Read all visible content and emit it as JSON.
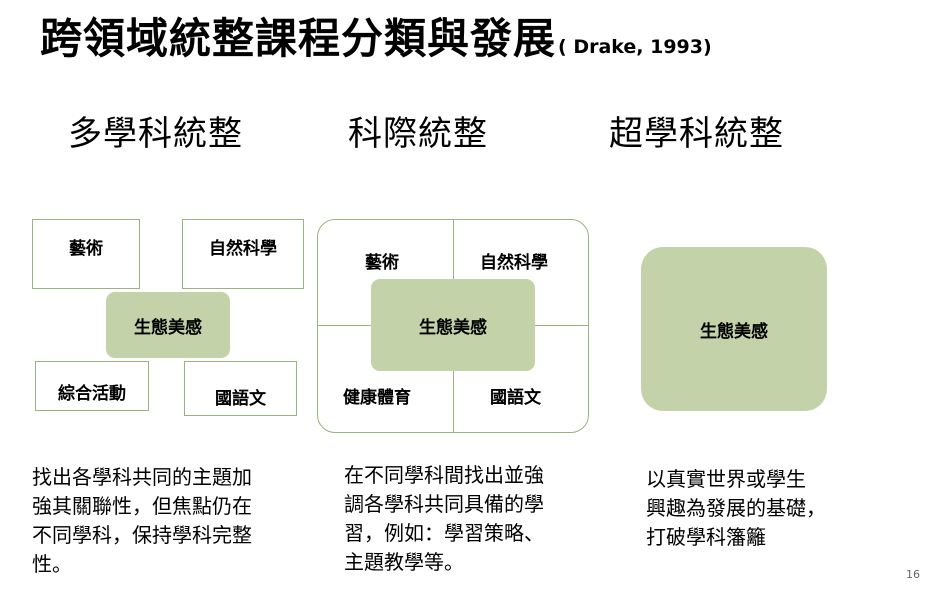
{
  "slide": {
    "title": "跨領域統整課程分類與發展",
    "citation": "( Drake, 1993)",
    "page_number": "16"
  },
  "columns": {
    "multidisciplinary": {
      "heading": "多學科統整",
      "center": "生態美感",
      "boxes": [
        "藝術",
        "自然科學",
        "綜合活動",
        "國語文"
      ],
      "description": [
        "找出各學科共同的主題加",
        "強其關聯性，但焦點仍在",
        "不同學科，保持學科完整",
        "性。"
      ]
    },
    "interdisciplinary": {
      "heading": "科際統整",
      "center": "生態美感",
      "quadrants": [
        "藝術",
        "自然科學",
        "健康體育",
        "國語文"
      ],
      "description": [
        "在不同學科間找出並強",
        "調各學科共同具備的學",
        "習，例如：學習策略、",
        "主題教學等。"
      ]
    },
    "transdisciplinary": {
      "heading": "超學科統整",
      "center": "生態美感",
      "description": [
        "以真實世界或學生",
        "興趣為發展的基礎，",
        "打破學科籓籬"
      ]
    }
  }
}
